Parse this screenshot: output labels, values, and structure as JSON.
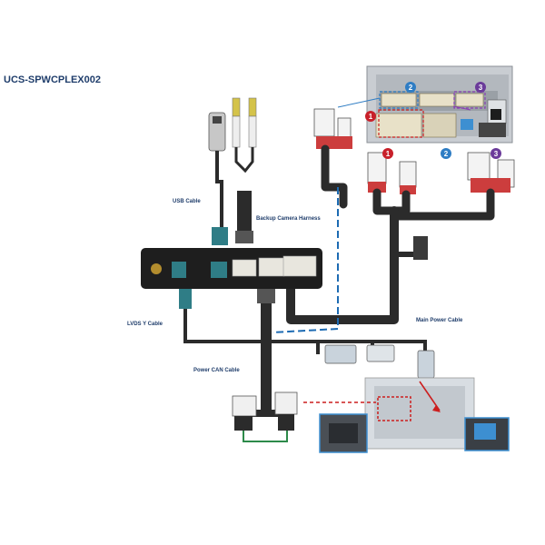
{
  "title": "UCS-SPWCPLEX002",
  "labels": {
    "usb_cable": "USB Cable",
    "backup_camera_harness": "Backup Camera Harness",
    "lvds_y_cable": "LVDS Y Cable",
    "main_power_cable": "Main Power Cable",
    "power_can_cable": "Power CAN Cable"
  },
  "badges": {
    "one": "1",
    "two": "2",
    "three": "3"
  },
  "colors": {
    "title": "#1f3d6b",
    "cable": "#2b2b2b",
    "connector_teal": "#2f7d86",
    "badge_red": "#c8202a",
    "badge_blue": "#2f7dc4",
    "badge_purple": "#6b3b9a",
    "dashed_blue": "#1d6bb3",
    "dashed_red": "#cc1f1f",
    "pcb_green": "#2d8a4a"
  }
}
